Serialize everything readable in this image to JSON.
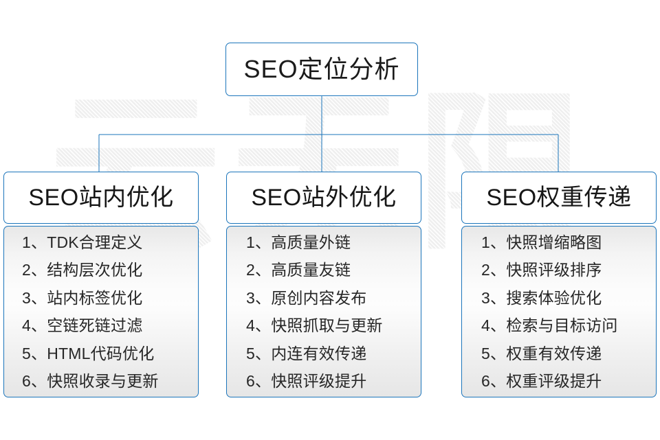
{
  "watermark": {
    "text": "云无限"
  },
  "colors": {
    "border": "#1b75bb",
    "text": "#1a1a1a",
    "background": "#ffffff",
    "watermark": "#ededed"
  },
  "root": {
    "title": "SEO定位分析"
  },
  "columns": [
    {
      "title": "SEO站内优化",
      "items": [
        "1、TDK合理定义",
        "2、结构层次优化",
        "3、站内标签优化",
        "4、空链死链过滤",
        "5、HTML代码优化",
        "6、快照收录与更新"
      ]
    },
    {
      "title": "SEO站外优化",
      "items": [
        "1、高质量外链",
        "2、高质量友链",
        "3、原创内容发布",
        "4、快照抓取与更新",
        "5、内连有效传递",
        "6、快照评级提升"
      ]
    },
    {
      "title": "SEO权重传递",
      "items": [
        "1、快照增缩略图",
        "2、快照评级排序",
        "3、搜索体验优化",
        "4、检索与目标访问",
        "5、权重有效传递",
        "6、权重评级提升"
      ]
    }
  ]
}
